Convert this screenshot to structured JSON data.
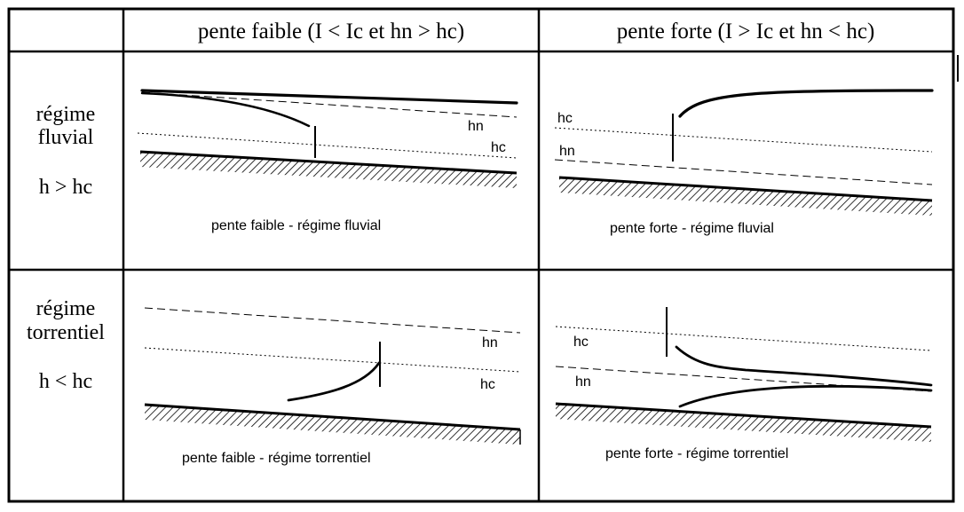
{
  "table": {
    "header_empty": "",
    "col_headers": [
      "pente faible (I < Ic et hn > hc)",
      "pente forte (I > Ic et hn < hc)"
    ],
    "rows": [
      {
        "title_line1": "régime",
        "title_line2": "fluvial",
        "condition": "h > hc"
      },
      {
        "title_line1": "régime",
        "title_line2": "torrentiel",
        "condition": "h < hc"
      }
    ]
  },
  "panels": {
    "fluvial_faible": {
      "caption": "pente faible - régime fluvial",
      "labels": [
        "hn",
        "hc"
      ]
    },
    "fluvial_forte": {
      "caption": "pente forte - régime fluvial",
      "labels": [
        "hc",
        "hn"
      ]
    },
    "torrentiel_faible": {
      "caption": "pente faible - régime torrentiel",
      "labels": [
        "hn",
        "hc"
      ]
    },
    "torrentiel_forte": {
      "caption": "pente forte - régime torrentiel",
      "labels": [
        "hc",
        "hn"
      ]
    }
  },
  "colors": {
    "ink": "#000000",
    "background": "#ffffff"
  }
}
